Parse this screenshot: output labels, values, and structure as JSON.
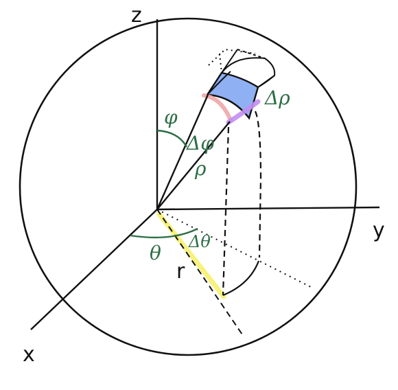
{
  "axes": {
    "z": "z",
    "y": "y",
    "x": "x"
  },
  "angles": {
    "phi": "φ",
    "delta_phi": "Δφ",
    "rho": "ρ",
    "theta": "θ",
    "delta_theta": "Δθ",
    "delta_rho": "Δρ"
  },
  "lengths": {
    "r": "r"
  },
  "colors": {
    "ink": "#111111",
    "green": "#2e6e45",
    "volume_fill": "#8fb0f2",
    "pink": "#f0a6a6",
    "purple": "#c18ef2",
    "yellow": "#f7f27a"
  }
}
